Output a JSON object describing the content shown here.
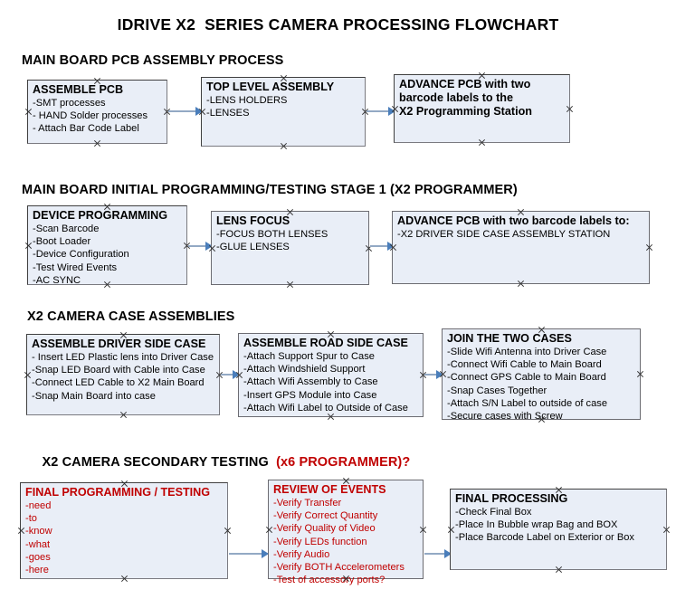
{
  "document": {
    "title": "IDRIVE X2  SERIES CAMERA PROCESSING FLOWCHART"
  },
  "accent_colors": {
    "box_fill": "#e9eef7",
    "box_border": "#3f3f3f",
    "connector_line": "#93a9c4",
    "connector_arrow": "#4a7ebb",
    "red_text": "#c00000",
    "black_text": "#000000"
  },
  "sections": [
    {
      "id": "main-board-pcb-assembly",
      "heading": "MAIN BOARD PCB ASSEMBLY PROCESS",
      "heading_suffix": "",
      "nodes": [
        {
          "id": "assemble-pcb",
          "title": "ASSEMBLE PCB",
          "color": "black",
          "lines": [
            "-SMT processes",
            "- HAND Solder processes",
            "- Attach Bar Code Label"
          ]
        },
        {
          "id": "top-level-assembly",
          "title": "TOP LEVEL ASSEMBLY",
          "color": "black",
          "lines": [
            "-LENS HOLDERS",
            "-LENSES"
          ]
        },
        {
          "id": "advance-pcb-programming-station",
          "title": "ADVANCE PCB with two",
          "color": "black",
          "lines": [
            "barcode labels to the",
            " X2 Programming Station"
          ]
        }
      ]
    },
    {
      "id": "main-board-initial-programming",
      "heading": "MAIN BOARD INITIAL PROGRAMMING/TESTING STAGE 1 (X2 PROGRAMMER)",
      "heading_suffix": "",
      "nodes": [
        {
          "id": "device-programming",
          "title": "DEVICE PROGRAMMING",
          "color": "black",
          "lines": [
            "-Scan Barcode",
            "-Boot Loader",
            "-Device Configuration",
            "-Test Wired Events",
            "-AC SYNC"
          ]
        },
        {
          "id": "lens-focus",
          "title": "LENS FOCUS",
          "color": "black",
          "lines": [
            "-FOCUS BOTH LENSES",
            "-GLUE LENSES"
          ]
        },
        {
          "id": "advance-pcb-driver-side-case",
          "title": "ADVANCE PCB with two barcode labels to:",
          "color": "black",
          "lines": [
            "-X2 DRIVER  SIDE  CASE  ASSEMBLY STATION"
          ]
        }
      ]
    },
    {
      "id": "x2-camera-case-assemblies",
      "heading": "X2 CAMERA CASE ASSEMBLIES",
      "heading_suffix": "",
      "nodes": [
        {
          "id": "assemble-driver-side-case",
          "title": "ASSEMBLE DRIVER SIDE CASE",
          "color": "black",
          "lines": [
            "- Insert LED Plastic lens into Driver Case",
            "-Snap LED Board with Cable into Case",
            "-Connect LED Cable to X2 Main Board",
            "-Snap Main Board into case"
          ]
        },
        {
          "id": "assemble-road-side-case",
          "title": "ASSEMBLE ROAD SIDE CASE",
          "color": "black",
          "lines": [
            "-Attach Support Spur to Case",
            "-Attach Windshield Support",
            "-Attach Wifi Assembly to Case",
            "-Insert GPS Module into Case",
            "-Attach Wifi Label to Outside of Case"
          ]
        },
        {
          "id": "join-the-two-cases",
          "title": "JOIN THE TWO CASES",
          "color": "black",
          "lines": [
            "-Slide Wifi Antenna into Driver Case",
            "-Connect Wifi Cable to Main Board",
            "-Connect GPS Cable to Main Board",
            "-Snap Cases Together",
            "-Attach S/N Label to outside of case",
            "-Secure cases with Screw"
          ]
        }
      ]
    },
    {
      "id": "x2-camera-secondary-testing",
      "heading": "X2 CAMERA SECONDARY TESTING  ",
      "heading_suffix": "(x6 PROGRAMMER)?",
      "nodes": [
        {
          "id": "final-programming-testing",
          "title": "FINAL PROGRAMMING / TESTING",
          "color": "red",
          "lines": [
            "-need",
            "-to",
            "-know",
            "-what",
            "-goes",
            "-here"
          ]
        },
        {
          "id": "review-of-events",
          "title": "REVIEW OF EVENTS",
          "color": "red",
          "lines": [
            "-Verify Transfer",
            "-Verify Correct Quantity",
            "-Verify Quality of Video",
            "-Verify LEDs function",
            "-Verify Audio",
            "-Verify BOTH Accelerometers",
            "-Test of accessory ports?"
          ]
        },
        {
          "id": "final-processing",
          "title": "FINAL PROCESSING",
          "color": "black",
          "lines": [
            "-Check Final Box",
            "-Place In Bubble wrap Bag and BOX",
            "-Place Barcode Label on Exterior or Box"
          ]
        }
      ]
    }
  ]
}
